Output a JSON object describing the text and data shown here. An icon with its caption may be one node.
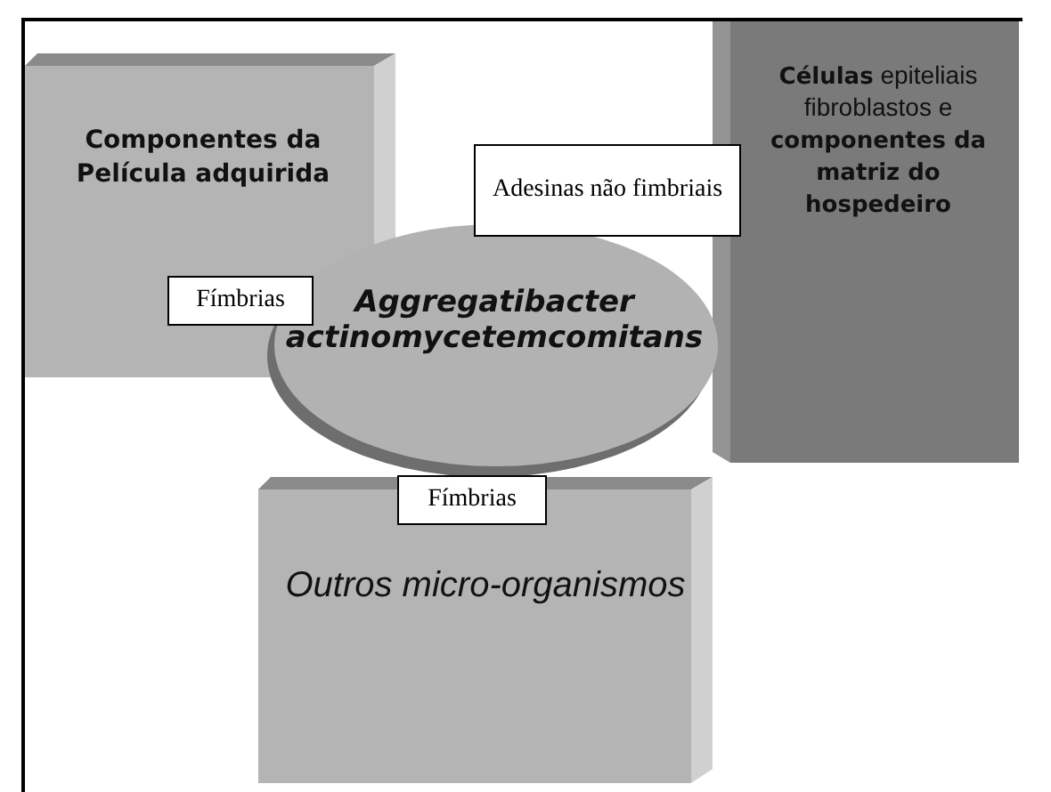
{
  "diagram": {
    "nodes": [
      {
        "text": [
          "Componentes da Película adquirida"
        ]
      },
      {
        "text": [
          "**Células** epiteliais fibroblastos e **componentes da matriz do hospedeiro**"
        ]
      },
      {
        "text": [
          "Aggregatibacter actinomycetemcomitans"
        ]
      },
      {
        "text": [
          "Outros micro-organismos"
        ]
      },
      {
        "text": [
          "Fímbrias"
        ],
        "in": 0
      },
      {
        "text": [
          "Adesinas não fimbriais"
        ]
      },
      {
        "text": [
          "Fímbrias"
        ]
      }
    ]
  }
}
